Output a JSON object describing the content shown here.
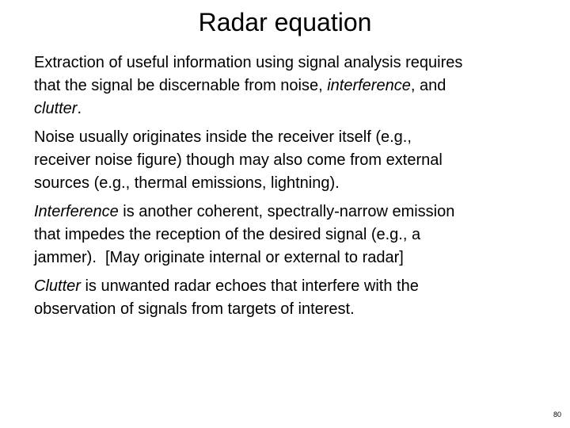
{
  "slide": {
    "title": "Radar equation",
    "page_number": "80",
    "paragraphs": [
      {
        "lines": [
          {
            "a": "Extraction of useful information using signal analysis requires"
          },
          {
            "a": "that the signal be discernable from noise, ",
            "em": "interference",
            "b": ", and"
          },
          {
            "em": "clutter",
            "b": "."
          }
        ]
      },
      {
        "lines": [
          {
            "a": "Noise usually originates inside the receiver itself (e.g.,"
          },
          {
            "a": "receiver noise figure) though may also come from external"
          },
          {
            "a": "sources (e.g., thermal emissions, lightning)."
          }
        ]
      },
      {
        "lines": [
          {
            "em": "Interference",
            "b": " is another coherent, spectrally-narrow emission"
          },
          {
            "a": "that impedes the reception of the desired signal (e.g., a"
          },
          {
            "a": "jammer).  [May originate internal or external to radar]"
          }
        ]
      },
      {
        "lines": [
          {
            "em": "Clutter",
            "b": " is unwanted radar echoes that interfere with the"
          },
          {
            "a": "observation of signals from targets of interest."
          }
        ]
      }
    ]
  }
}
